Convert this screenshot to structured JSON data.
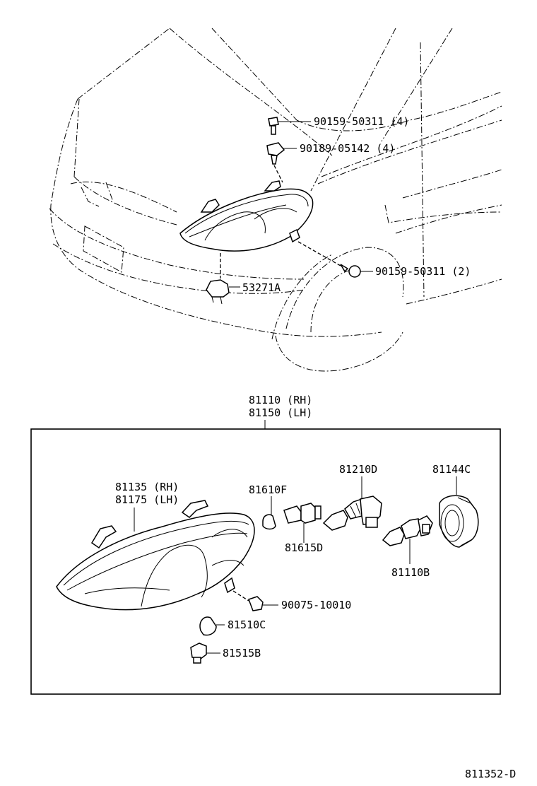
{
  "labels": {
    "bolt_upper": "90159-50311 (4)",
    "clip_upper": "90189-05142 (4)",
    "bolt_side": "90159-50311 (2)",
    "bracket": "53271A",
    "assy_rh": "81110 (RH)",
    "assy_lh": "81150 (LH)",
    "unit_rh": "81135 (RH)",
    "unit_lh": "81175 (LH)",
    "bulb_small": "81610F",
    "socket": "81615D",
    "bulb_main": "81210D",
    "bulb_second": "81110B",
    "cover": "81144C",
    "nut": "90075-10010",
    "side_bulb": "81510C",
    "side_socket": "81515B",
    "diagram_code": "811352-D"
  }
}
